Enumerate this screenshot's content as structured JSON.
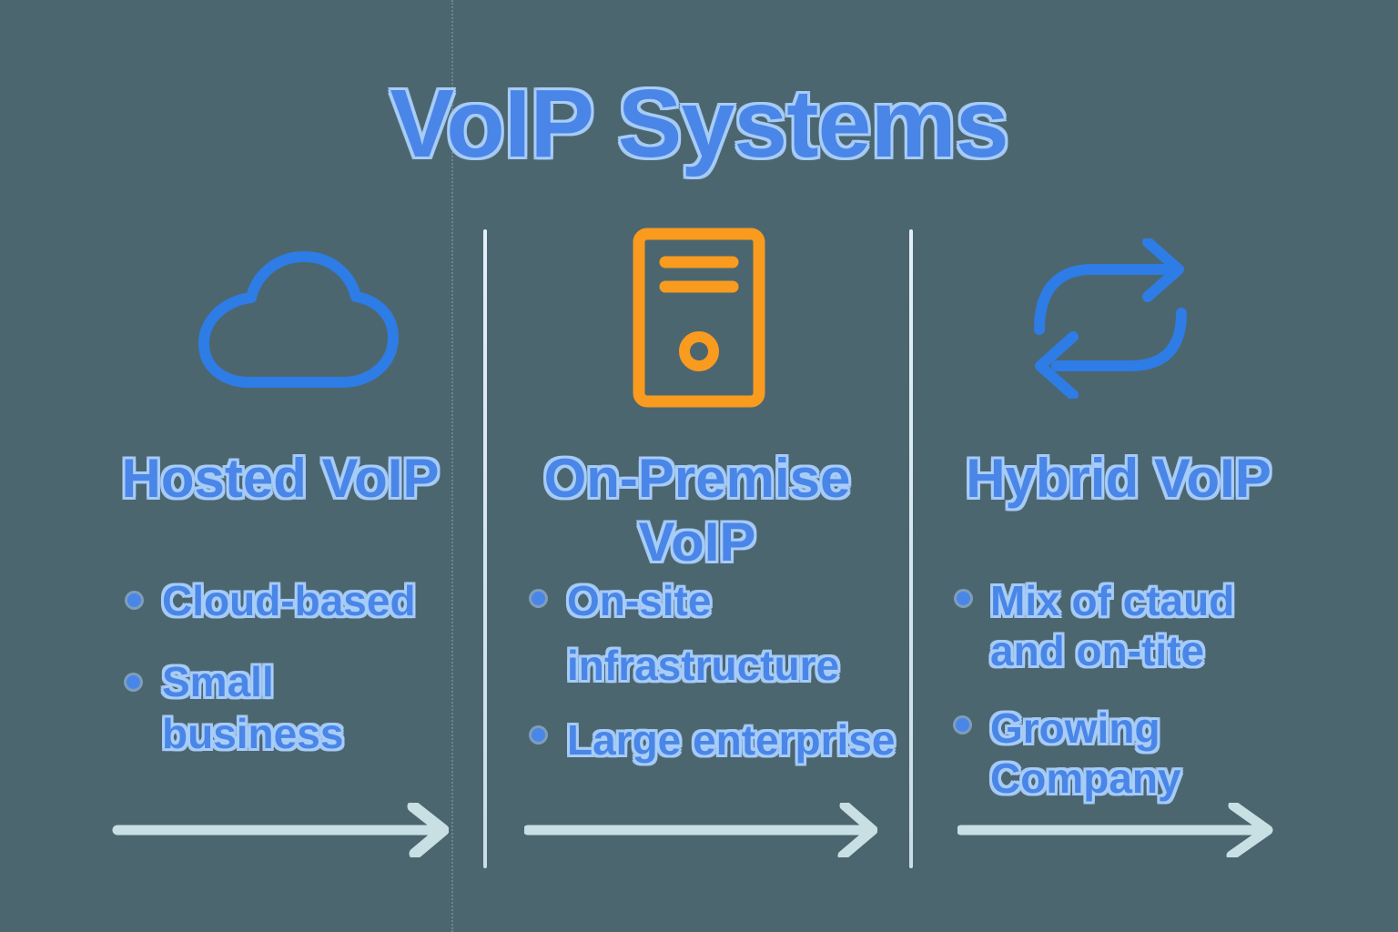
{
  "title": "VoIP Systems",
  "colors": {
    "background": "#4C6670",
    "text_blue": "#4A86E8",
    "text_halo": "#A8CCF7",
    "icon_blue": "#2E7CE5",
    "icon_orange": "#F99B1E",
    "flow_arrow_pale": "#C8E0E3",
    "divider_pale": "#C9DDE8"
  },
  "columns": [
    {
      "icon": "cloud-icon",
      "heading_lines": [
        "Hosted VoIP"
      ],
      "bullets": [
        {
          "lines": [
            "Cloud-based"
          ]
        },
        {
          "lines": [
            "Small",
            "business"
          ]
        }
      ]
    },
    {
      "icon": "server-icon",
      "heading_lines": [
        "On-Premise",
        "VoIP"
      ],
      "bullets": [
        {
          "lines": [
            "On-site",
            "infrastructure"
          ]
        },
        {
          "lines": [
            "Large enterprise"
          ]
        }
      ]
    },
    {
      "icon": "sync-arrows-icon",
      "heading_lines": [
        "Hybrid VoIP"
      ],
      "bullets": [
        {
          "lines": [
            "Mix of ctaud",
            "and on-tite"
          ]
        },
        {
          "lines": [
            "Growing",
            "Company"
          ]
        }
      ]
    }
  ]
}
